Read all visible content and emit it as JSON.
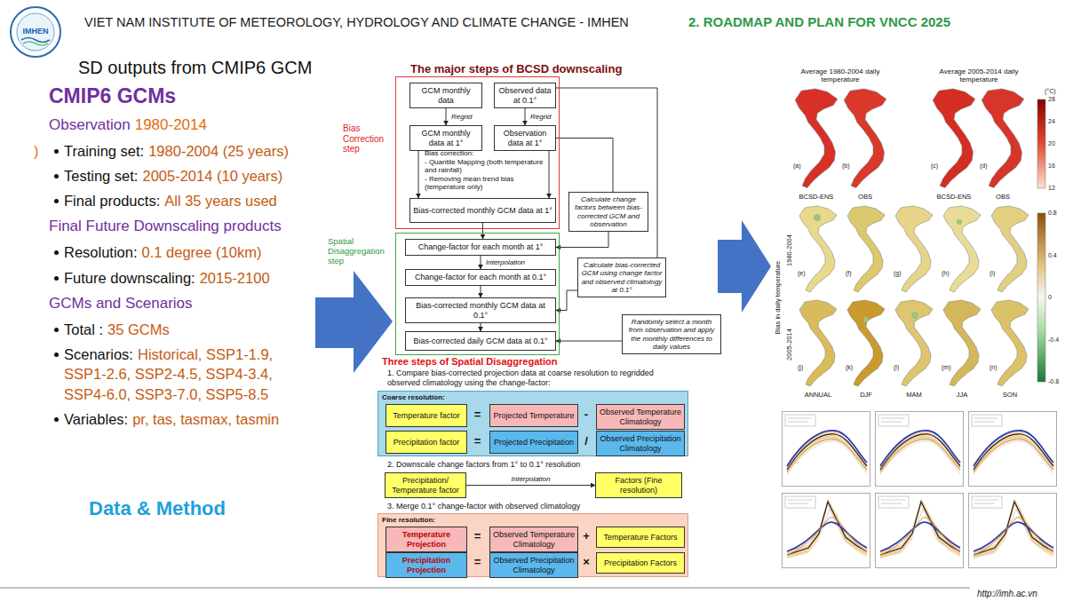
{
  "diagram": {
    "title": "SD outputs from CMIP6 GCM",
    "nodes": [
      {
        "text": [
          "Bias Correction step"
        ]
      },
      {
        "text": [
          "GCM monthly data"
        ],
        "in": 0
      },
      {
        "text": [
          "Observed data at 0.1°"
        ],
        "in": 0
      },
      {
        "text": [
          "GCM monthly data at 1°"
        ],
        "in": 0
      },
      {
        "text": [
          "Observation data at 1°"
        ],
        "in": 0
      },
      {
        "text": [
          "Bias-corrected monthly GCM data at 1°"
        ],
        "in": 0
      },
      {
        "text": [
          "Spatial Disaggregation step"
        ]
      },
      {
        "text": [
          "Change-factor for each month at 1°"
        ],
        "in": 6
      },
      {
        "text": [
          "Change-factor for each month at 0.1°"
        ],
        "in": 6
      },
      {
        "text": [
          "Bias-corrected monthly GCM data at 0.1°"
        ],
        "in": 6
      },
      {
        "text": [
          "Bias-corrected daily GCM data at 0.1°"
        ],
        "in": 6
      },
      {
        "text": [
          "Calculate change factors between bias-corrected GCM and observation"
        ]
      },
      {
        "text": [
          "Calculate bias-corrected GCM using change factor and observed climatology at 0.1°"
        ]
      },
      {
        "text": [
          "Randomly select a month from observation and apply the monthly differences to daily values"
        ]
      },
      {
        "text": [
          "Coarse resolution:"
        ]
      },
      {
        "text": [
          "Temperature factor"
        ],
        "in": 14
      },
      {
        "text": [
          "Projected Temperature"
        ],
        "in": 14
      },
      {
        "text": [
          "Observed Temperature Climatology"
        ],
        "in": 14
      },
      {
        "text": [
          "Precipitation factor"
        ],
        "in": 14
      },
      {
        "text": [
          "Projected Precipitation"
        ],
        "in": 14
      },
      {
        "text": [
          "Observed Precipitation Climatology"
        ],
        "in": 14
      },
      {
        "text": [
          "Precipitation/ Temperature factor"
        ]
      },
      {
        "text": [
          "Factors (Fine resolution)"
        ]
      },
      {
        "text": [
          "Fine resolution:"
        ]
      },
      {
        "text": [
          "Temperature Projection"
        ],
        "in": 23
      },
      {
        "text": [
          "Observed Temperature Climatology"
        ],
        "in": 23
      },
      {
        "text": [
          "Temperature Factors"
        ],
        "in": 23
      },
      {
        "text": [
          "Precipitation Projection"
        ],
        "in": 23
      },
      {
        "text": [
          "Observed Precipitation Climatology"
        ],
        "in": 23
      },
      {
        "text": [
          "Precipitation Factors"
        ],
        "in": 23
      }
    ],
    "edges": [
      {
        "from": 1,
        "to": 3,
        "label": "Regrid",
        "arrow": "to"
      },
      {
        "from": 2,
        "to": 4,
        "label": "Regrid",
        "arrow": "to"
      },
      {
        "from": 3,
        "to": 5,
        "arrow": "to"
      },
      {
        "from": 4,
        "to": 5,
        "arrow": "to"
      },
      {
        "from": 5,
        "to": 7,
        "arrow": "to"
      },
      {
        "from": 7,
        "to": 8,
        "label": "Interpolation",
        "arrow": "to"
      },
      {
        "from": 8,
        "to": 9,
        "arrow": "to"
      },
      {
        "from": 9,
        "to": 10,
        "arrow": "to"
      },
      {
        "from": 4,
        "to": 11,
        "arrow": "none"
      },
      {
        "from": 11,
        "to": 7,
        "arrow": "to"
      },
      {
        "from": 2,
        "to": 12,
        "arrow": "none"
      },
      {
        "from": 12,
        "to": 9,
        "arrow": "to"
      },
      {
        "from": 13,
        "to": 10,
        "arrow": "to"
      },
      {
        "from": 21,
        "to": 22,
        "label": "Interpolation",
        "arrow": "to"
      }
    ],
    "labels": [
      "IMHEN",
      "VIET NAM INSTITUTE OF METEOROLOGY, HYDROLOGY AND CLIMATE CHANGE - IMHEN",
      "2. ROADMAP AND PLAN FOR VNCC 2025",
      "CMIP6 GCMs",
      "Observation",
      "1980-2014",
      ")",
      "Training set:",
      "1980-2004 (25 years)",
      "Testing set:",
      "2005-2014 (10 years)",
      "Final products:",
      "All 35 years used",
      "Final Future Downscaling products",
      "Resolution:",
      "0.1 degree (10km)",
      "Future downscaling:",
      "2015-2100",
      "GCMs and Scenarios",
      "Total :",
      "35 GCMs",
      "Scenarios:",
      "Historical, SSP1-1.9, SSP1-2.6, SSP2-4.5, SSP4-3.4, SSP4-6.0, SSP3-7.0, SSP5-8.5",
      "Variables:",
      "pr, tas, tasmax, tasmin",
      "Data & Method",
      "The major steps of BCSD downscaling",
      "Bias correction:",
      "- Quantile Mapping (both temperature and rainfall)",
      "- Removing mean trend bias (temperature only)",
      "Three steps of Spatial Disaggregation",
      "1. Compare bias-corrected projection data at coarse resolution to regridded observed climatology using the change-factor:",
      "=",
      "-",
      "=",
      "/",
      "2. Downscale change factors from 1° to 0.1° resolution",
      "3. Merge 0.1° change-factor with observed climatology",
      "=",
      "+",
      "=",
      "×",
      "Average 1980-2004 daily temperature",
      "Average 2005-2014 daily temperature",
      "(a)",
      "(b)",
      "(c)",
      "(d)",
      "(e)",
      "(f)",
      "(g)",
      "(h)",
      "(i)",
      "(j)",
      "(k)",
      "(l)",
      "(m)",
      "(n)",
      "BCSD-ENS",
      "OBS",
      "BCSD-ENS",
      "OBS",
      "(°C)",
      "28",
      "24",
      "20",
      "16",
      "12",
      "0.8",
      "0.4",
      "0",
      "-0.4",
      "-0.8",
      "Bias in daily temperature",
      "1980-2004",
      "2005-2014",
      "ANNUAL",
      "DJF",
      "MAM",
      "JJA",
      "SON",
      "http://imh.ac.vn"
    ]
  }
}
